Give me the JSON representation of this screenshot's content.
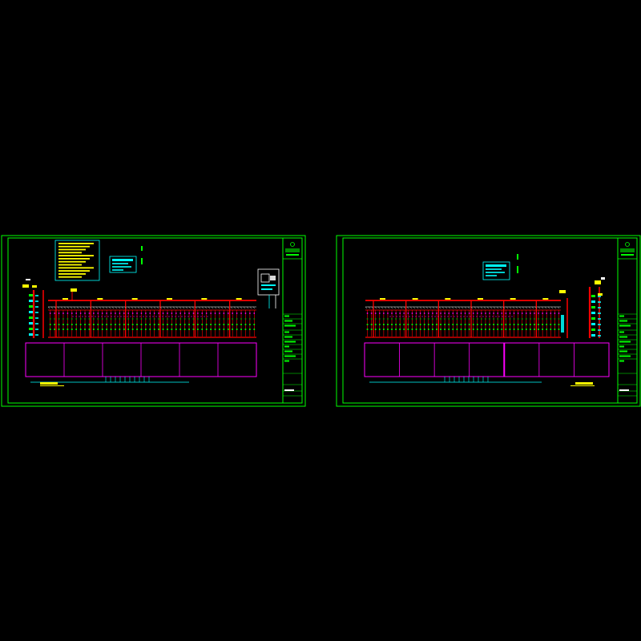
{
  "drawing": {
    "background": "#000000",
    "colors": {
      "frame": "#00ff00",
      "pipe": "#ff0000",
      "accent": "#ff00ff",
      "cyan": "#00ffff",
      "yellow": "#ffff00",
      "white": "#ffffff",
      "dark_green": "#00aa00"
    },
    "sheets": [
      {
        "id": "sheet-left",
        "branch_count": 48,
        "floor_cells": 6
      },
      {
        "id": "sheet-right",
        "branch_count": 48,
        "floor_cells": 7
      }
    ]
  }
}
